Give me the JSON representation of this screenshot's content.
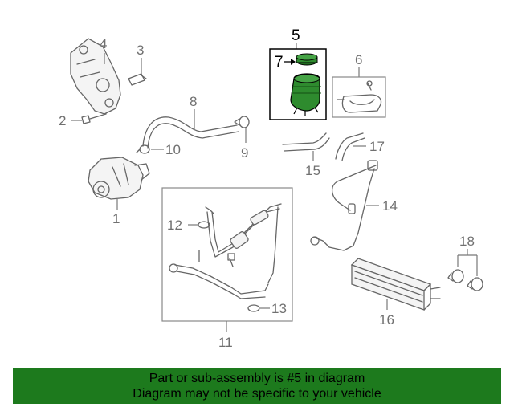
{
  "callouts": {
    "c1": "1",
    "c2": "2",
    "c3": "3",
    "c4": "4",
    "c5": "5",
    "c6": "6",
    "c7": "7",
    "c8": "8",
    "c9": "9",
    "c10": "10",
    "c11": "11",
    "c12": "12",
    "c13": "13",
    "c14": "14",
    "c15": "15",
    "c16": "16",
    "c17": "17",
    "c18": "18"
  },
  "highlight_color": "#2e8b2e",
  "banner": {
    "line1": "Part or sub-assembly is #5 in diagram",
    "line2": "Diagram may not be specific to your vehicle",
    "color": "#1d7a1d"
  }
}
